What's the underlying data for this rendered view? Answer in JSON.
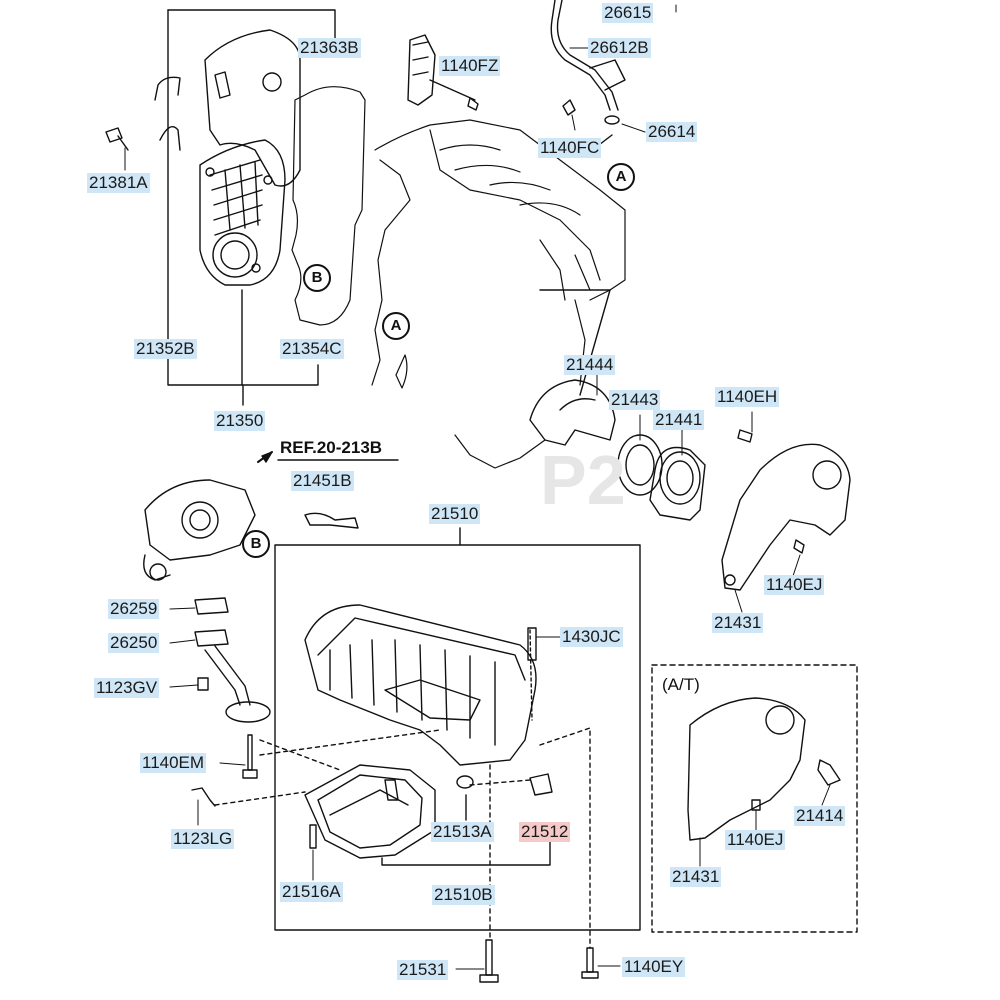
{
  "reference": "REF.20-213B",
  "variant_box_label": "(A/T)",
  "watermark": "P2",
  "markers": {
    "a": "A",
    "b": "B"
  },
  "colors": {
    "label_bg": "#cfe6f6",
    "highlight_bg": "#f6c9c9",
    "line": "#111111"
  },
  "parts": {
    "p21381a": "21381A",
    "p21363b": "21363B",
    "p21352b": "21352B",
    "p21354c": "21354C",
    "p21350": "21350",
    "p26615": "26615",
    "p26612b": "26612B",
    "p1140fz": "1140FZ",
    "p1140fc": "1140FC",
    "p26614": "26614",
    "p21444": "21444",
    "p21443": "21443",
    "p21441": "21441",
    "p1140eh": "1140EH",
    "p21451b": "21451B",
    "p21510": "21510",
    "p1140ej_top": "1140EJ",
    "p21431_top": "21431",
    "p26259": "26259",
    "p26250": "26250",
    "p1430jc": "1430JC",
    "p1123gv": "1123GV",
    "p1140em": "1140EM",
    "p1123lg": "1123LG",
    "p21513a": "21513A",
    "p21512": "21512",
    "p21516a": "21516A",
    "p21510b": "21510B",
    "p21414": "21414",
    "p1140ej_at": "1140EJ",
    "p21431_at": "21431",
    "p21531": "21531",
    "p1140ey": "1140EY"
  }
}
